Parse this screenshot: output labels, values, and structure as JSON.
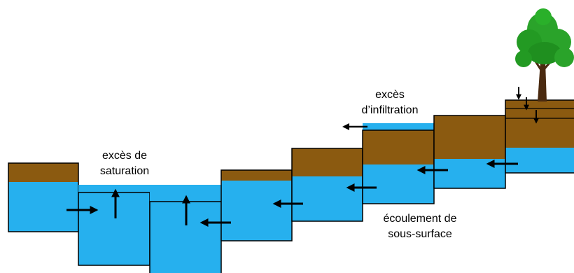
{
  "labels": {
    "saturation_line1": "excès de",
    "saturation_line2": "saturation",
    "infiltration_line1": "excès",
    "infiltration_line2": "d’infiltration",
    "subsurface_line1": "écoulement de",
    "subsurface_line2": "sous-surface"
  },
  "colors": {
    "soil": "#8b5a10",
    "water": "#26b0ee",
    "outline": "#000000",
    "tree_foliage": "#2aa32a",
    "tree_trunk": "#4a2a10"
  },
  "icons": {
    "tree": "tree-icon",
    "arrow": "arrow-icon"
  }
}
